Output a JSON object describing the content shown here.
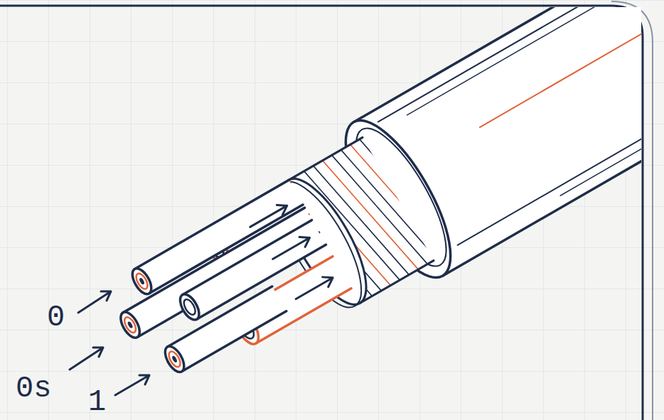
{
  "diagram": {
    "labels": [
      "0",
      "0s",
      "1"
    ]
  }
}
